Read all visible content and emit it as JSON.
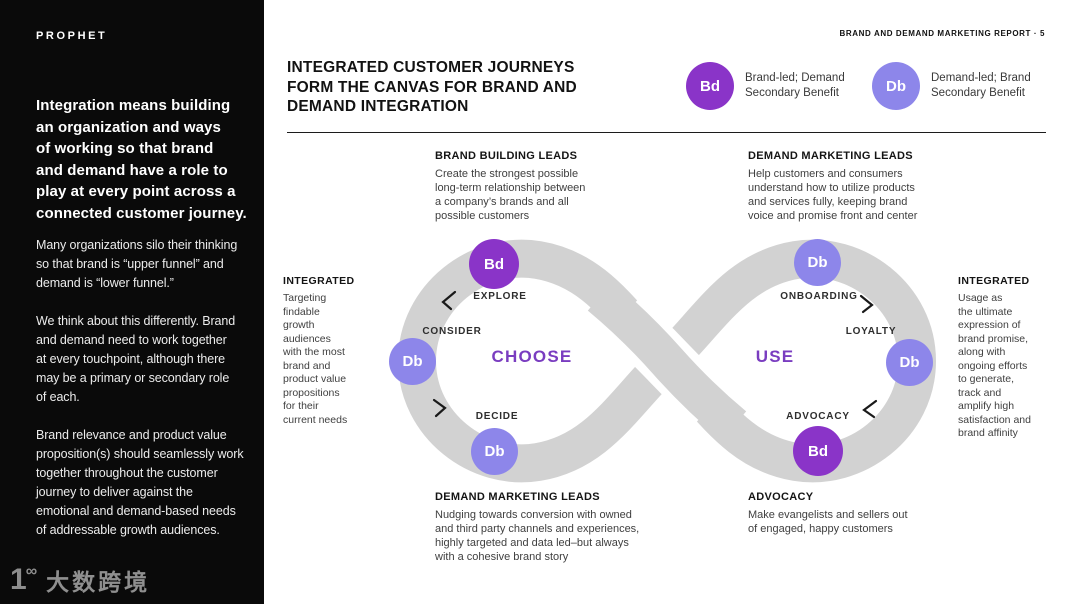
{
  "colors": {
    "Bd": "#8a34c8",
    "Db": "#8d86ea",
    "accent_text": "#7a3dc0",
    "loop": "#d2d2d2",
    "sidebar_bg": "#0a0a0a"
  },
  "header": {
    "report_label": "BRAND AND DEMAND MARKETING REPORT · 5"
  },
  "sidebar": {
    "logo": "PROPHET",
    "lead": "Integration means building\nan organization and ways\nof working so that brand\nand demand have a role to\nplay at every point across a\nconnected customer journey.",
    "para2": "Many organizations silo their thinking\nso that brand is “upper funnel” and\ndemand is “lower funnel.”",
    "para3": "We think about this differently. Brand\nand demand need to work together\nat every touchpoint, although there\nmay be a primary or secondary role\nof each.",
    "para4": "Brand relevance and product value\nproposition(s) should seamlessly work\ntogether throughout the customer\njourney to deliver against the\nemotional and demand-based needs\nof addressable growth audiences.",
    "watermark": {
      "mark": "1",
      "mark_sup": "∞",
      "text": "大数跨境"
    }
  },
  "title": "INTEGRATED CUSTOMER JOURNEYS\nFORM THE CANVAS FOR BRAND AND\nDEMAND INTEGRATION",
  "legend": {
    "brand": {
      "id": "Bd",
      "label": "Brand-led; Demand\nSecondary Benefit"
    },
    "demand": {
      "id": "Db",
      "label": "Demand-led; Brand\nSecondary Benefit"
    }
  },
  "sections": {
    "top_left": {
      "heading": "BRAND BUILDING LEADS",
      "body": "Create the strongest possible\nlong-term relationship between\na company’s brands and all\npossible customers"
    },
    "top_right": {
      "heading": "DEMAND MARKETING LEADS",
      "body": "Help customers and consumers\nunderstand how to utilize products\nand services fully, keeping brand\nvoice and promise front and center"
    },
    "bottom_left": {
      "heading": "DEMAND MARKETING LEADS",
      "body": "Nudging towards conversion with owned\nand third party channels and experiences,\nhighly targeted and data led–but always\nwith a cohesive brand story"
    },
    "bottom_right": {
      "heading": "ADVOCACY",
      "body": "Make evangelists and sellers out\nof engaged, happy customers"
    },
    "left_note": {
      "heading": "INTEGRATED",
      "body": "Targeting\nfindable\ngrowth\naudiences\nwith the most\nbrand and\nproduct value\npropositions\nfor their\ncurrent needs"
    },
    "right_note": {
      "heading": "INTEGRATED",
      "body": "Usage as\nthe ultimate\nexpression of\nbrand promise,\nalong with\nongoing efforts\nto generate,\ntrack and\namplify high\nsatisfaction and\nbrand affinity"
    }
  },
  "diagram": {
    "left_phase": "CHOOSE",
    "right_phase": "USE",
    "labels": {
      "explore": "EXPLORE",
      "consider": "CONSIDER",
      "decide": "DECIDE",
      "onboarding": "ONBOARDING",
      "loyalty": "LOYALTY",
      "advocacy": "ADVOCACY"
    },
    "markers": {
      "explore": "Bd",
      "consider": "Db",
      "decide": "Db",
      "onboarding": "Db",
      "loyalty": "Db",
      "advocacy": "Bd"
    }
  }
}
